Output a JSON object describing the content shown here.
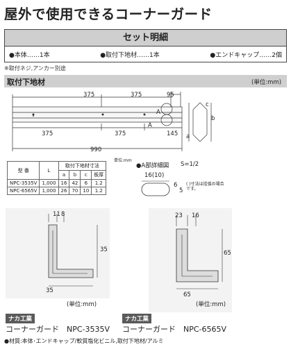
{
  "title": "屋外で使用できるコーナーガード",
  "set": {
    "header": "セット明細",
    "items": [
      "●本体……1本",
      "●取付下地材……1本",
      "●エンドキャップ……2個"
    ]
  },
  "note": "※取付ネジ,アンカー別途",
  "section": {
    "title": "取付下地材",
    "unit": "(単位:mm)"
  },
  "dims": {
    "top_375": "375",
    "top_375b": "375",
    "top_95": "95",
    "bot_375": "375",
    "bot_375b": "375",
    "bot_145": "145",
    "total_990": "990",
    "label_A": "A",
    "label_A2": "A",
    "side_a": "a",
    "side_b": "b",
    "side_c": "c"
  },
  "detail": {
    "title": "●A部詳細図",
    "scale": "S=1/2",
    "d16": "16(10)",
    "d6": "6",
    "d5": "5",
    "note": "( )寸法は括弧の場合です。"
  },
  "table": {
    "unit_small": "単位:mm",
    "col_model": "型 番",
    "col_L": "L",
    "col_dim": "取付下地材寸法",
    "sub": [
      "a",
      "b",
      "c",
      "板厚"
    ],
    "rows": [
      {
        "model": "NPC-3535V",
        "L": "1,000",
        "a": "16",
        "b": "42",
        "c": "6",
        "t": "1.2"
      },
      {
        "model": "NPC-6565V",
        "L": "1,000",
        "a": "26",
        "b": "70",
        "c": "10",
        "t": "1.2"
      }
    ]
  },
  "corner1": {
    "d11": "11",
    "d8": "8",
    "d35v": "35",
    "d35h": "35",
    "unit": "(単位:mm)",
    "brand": "ナカ工業",
    "name": "コーナーガード　NPC-3535V"
  },
  "corner2": {
    "d23": "23",
    "d16": "16",
    "d65v": "65",
    "d65h": "65",
    "unit": "(単位:mm)",
    "brand": "ナカ工業",
    "name": "コーナーガード　NPC-6565V"
  },
  "material": "●材質:本体･エンドキャップ/軟質塩化ビニル,取付下地材/アルミ"
}
